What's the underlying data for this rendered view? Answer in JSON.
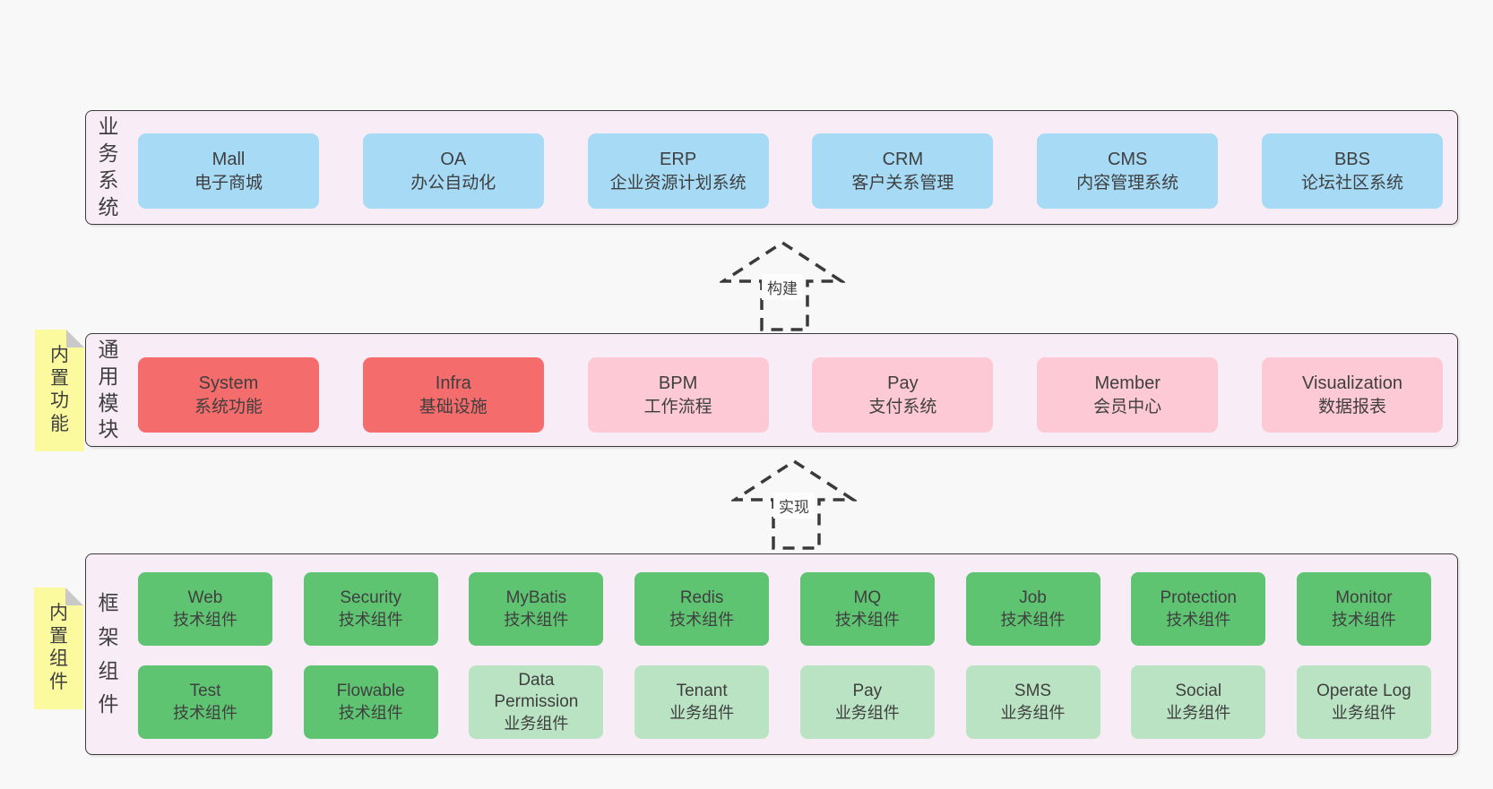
{
  "palette": {
    "page_bg": "#f8f8f8",
    "panel_bg": "#f8edf6",
    "panel_border": "#3b3b3b",
    "blue": "#a6daf5",
    "red": "#f56c6c",
    "pink": "#fcc9d4",
    "green": "#5fc472",
    "light_green": "#b9e3c2",
    "sticky_yellow": "#fbfa9e",
    "sticky_fold": "#c9c9c9",
    "text": "#3f3f3f"
  },
  "arrows": {
    "build_label": "构建",
    "implement_label": "实现"
  },
  "business": {
    "label": "业务系统",
    "boxes": [
      {
        "title": "Mall",
        "subtitle": "电子商城"
      },
      {
        "title": "OA",
        "subtitle": "办公自动化"
      },
      {
        "title": "ERP",
        "subtitle": "企业资源计划系统"
      },
      {
        "title": "CRM",
        "subtitle": "客户关系管理"
      },
      {
        "title": "CMS",
        "subtitle": "内容管理系统"
      },
      {
        "title": "BBS",
        "subtitle": "论坛社区系统"
      }
    ]
  },
  "modules": {
    "label": "通用模块",
    "sticky_label": "内置功能",
    "boxes": [
      {
        "title": "System",
        "subtitle": "系统功能",
        "color": "#f56c6c"
      },
      {
        "title": "Infra",
        "subtitle": "基础设施",
        "color": "#f56c6c"
      },
      {
        "title": "BPM",
        "subtitle": "工作流程",
        "color": "#fcc9d4"
      },
      {
        "title": "Pay",
        "subtitle": "支付系统",
        "color": "#fcc9d4"
      },
      {
        "title": "Member",
        "subtitle": "会员中心",
        "color": "#fcc9d4"
      },
      {
        "title": "Visualization",
        "subtitle": "数据报表",
        "color": "#fcc9d4"
      }
    ]
  },
  "components": {
    "label": "框架组件",
    "sticky_label": "内置组件",
    "row1": [
      {
        "title": "Web",
        "subtitle": "技术组件",
        "color": "#5fc472"
      },
      {
        "title": "Security",
        "subtitle": "技术组件",
        "color": "#5fc472"
      },
      {
        "title": "MyBatis",
        "subtitle": "技术组件",
        "color": "#5fc472"
      },
      {
        "title": "Redis",
        "subtitle": "技术组件",
        "color": "#5fc472"
      },
      {
        "title": "MQ",
        "subtitle": "技术组件",
        "color": "#5fc472"
      },
      {
        "title": "Job",
        "subtitle": "技术组件",
        "color": "#5fc472"
      },
      {
        "title": "Protection",
        "subtitle": "技术组件",
        "color": "#5fc472"
      },
      {
        "title": "Monitor",
        "subtitle": "技术组件",
        "color": "#5fc472"
      }
    ],
    "row2": [
      {
        "title": "Test",
        "subtitle": "技术组件",
        "color": "#5fc472"
      },
      {
        "title": "Flowable",
        "subtitle": "技术组件",
        "color": "#5fc472"
      },
      {
        "title": "Data Permission",
        "subtitle": "业务组件",
        "color": "#b9e3c2"
      },
      {
        "title": "Tenant",
        "subtitle": "业务组件",
        "color": "#b9e3c2"
      },
      {
        "title": "Pay",
        "subtitle": "业务组件",
        "color": "#b9e3c2"
      },
      {
        "title": "SMS",
        "subtitle": "业务组件",
        "color": "#b9e3c2"
      },
      {
        "title": "Social",
        "subtitle": "业务组件",
        "color": "#b9e3c2"
      },
      {
        "title": "Operate Log",
        "subtitle": "业务组件",
        "color": "#b9e3c2"
      }
    ]
  }
}
